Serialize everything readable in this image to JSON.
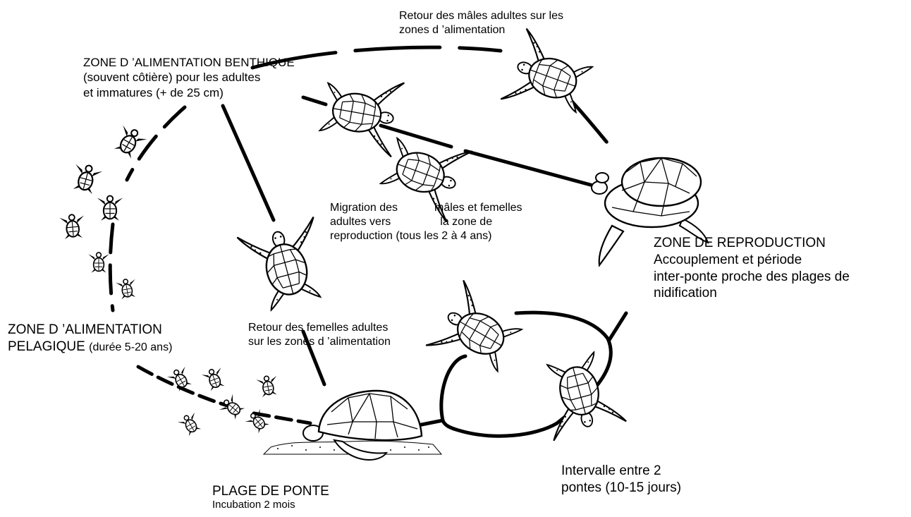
{
  "labels": {
    "benthic": {
      "line1": "ZONE D ’ALIMENTATION BENTHIQUE",
      "line2": "(souvent côtière) pour les adultes",
      "line3": "et immatures (+ de 25 cm)"
    },
    "males_return": {
      "line1": "Retour des mâles adultes sur les",
      "line2": "zones d ’alimentation"
    },
    "migration": {
      "line1_a": "Migration des",
      "line1_b": "mâles et femelles",
      "line2_a": "adultes vers",
      "line2_b": "la zone de",
      "line3": "reproduction (tous les 2 à 4 ans)"
    },
    "reproduction": {
      "title": "ZONE DE REPRODUCTION",
      "line2": "Accouplement et période",
      "line3": "inter-ponte proche des plages de",
      "line4": "nidification"
    },
    "pelagic": {
      "line1": "ZONE D ’ALIMENTATION",
      "line2": "PELAGIQUE",
      "line2_small": "(durée 5-20 ans)"
    },
    "females_return": {
      "line1": "Retour des femelles adultes",
      "line2": "sur les zones d ’alimentation"
    },
    "nesting_beach": {
      "title": "PLAGE DE PONTE",
      "subtitle": "Incubation 2 mois"
    },
    "interval": {
      "line1": "Intervalle entre 2",
      "line2": "pontes (10-15 jours)"
    }
  },
  "colors": {
    "ink": "#000000",
    "background": "#ffffff",
    "shell": "#ffffff"
  },
  "icons": [
    "turtle-icon",
    "hatchling-icon",
    "mating-turtles-icon",
    "nesting-turtle-icon"
  ]
}
